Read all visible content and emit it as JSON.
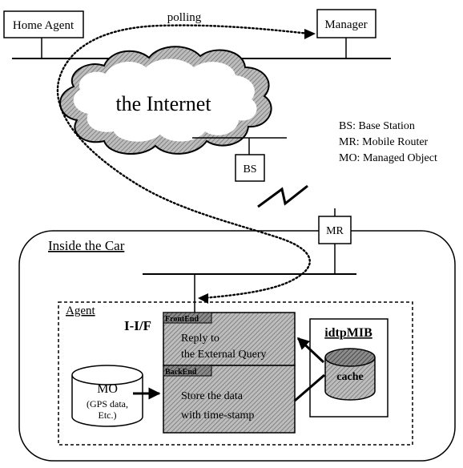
{
  "nodes": {
    "home_agent": "Home Agent",
    "manager": "Manager",
    "internet": "the Internet",
    "bs": "BS",
    "mr": "MR",
    "car": "Inside the Car",
    "agent": "Agent",
    "interface": "I-I/F",
    "frontend_header": "FrontEnd",
    "frontend_line1": "Reply to",
    "frontend_line2": "the External Query",
    "backend_header": "BackEnd",
    "backend_line1": "Store the data",
    "backend_line2": "with time-stamp",
    "mo": "MO",
    "mo_line1": "(GPS data,",
    "mo_line2": "Etc.)",
    "mib": "idtpMIB",
    "cache": "cache"
  },
  "edges": {
    "polling": "polling"
  },
  "legend": [
    "BS: Base Station",
    "MR: Mobile Router",
    "MO: Managed Object"
  ]
}
